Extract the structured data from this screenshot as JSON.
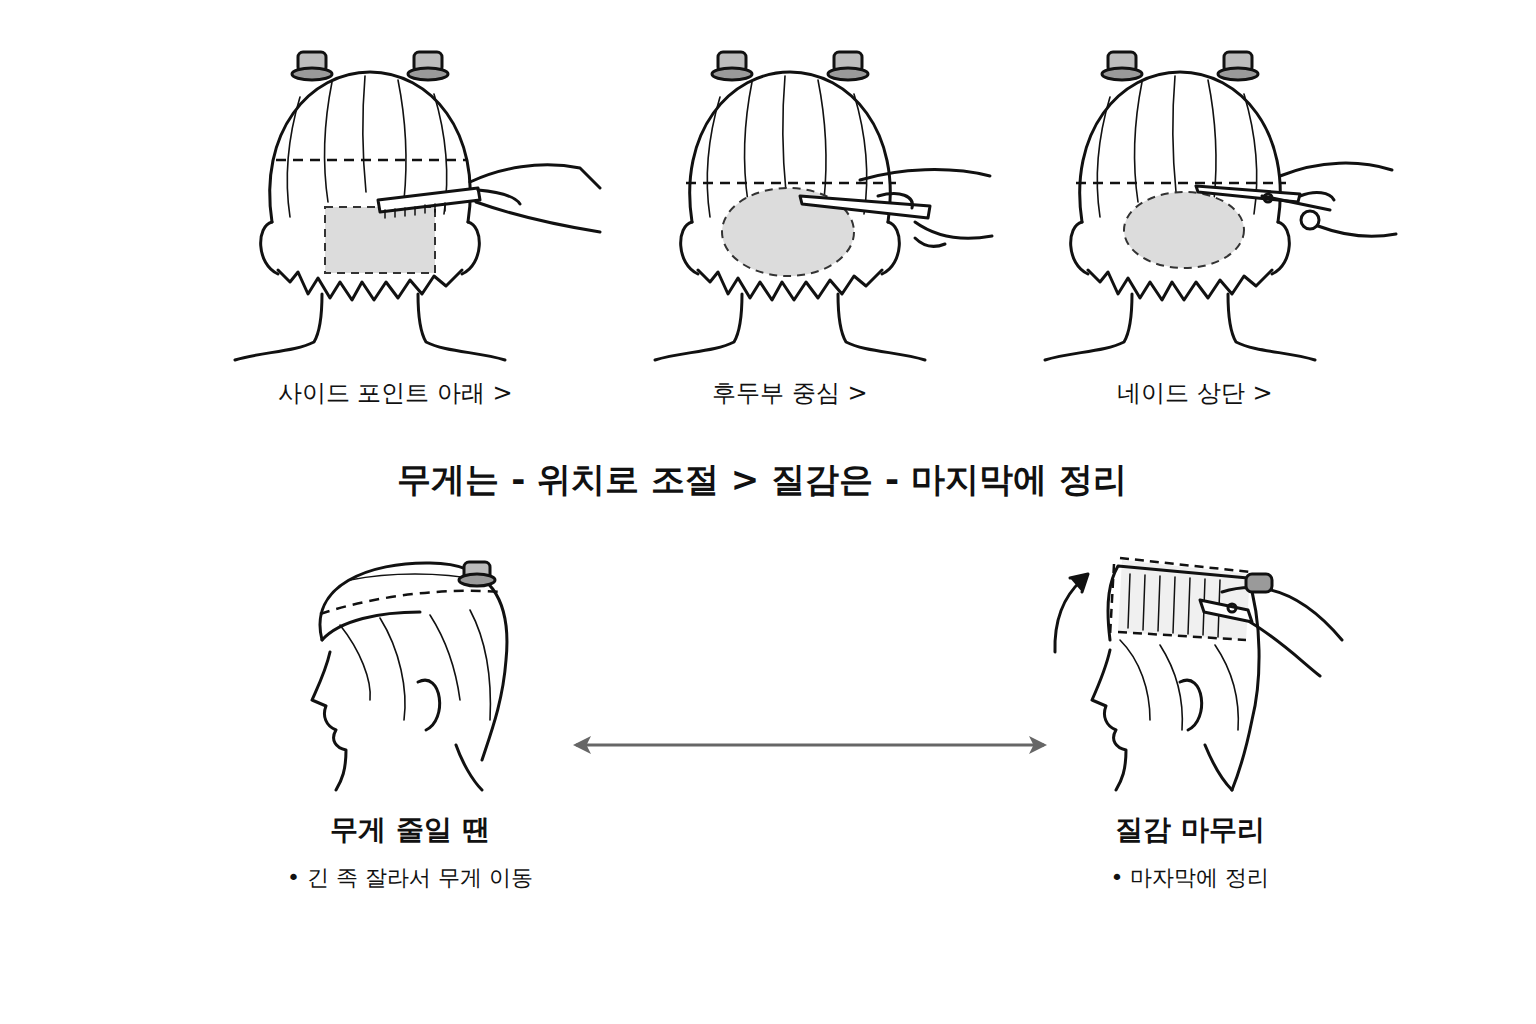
{
  "diagram": {
    "title": "무게는 - 위치로 조절 > 질감은 - 마지막에 정리",
    "nodes": [
      {
        "text": [
          "무게 줄일 땐",
          "• 긴 족 잘라서 무게 이동"
        ]
      },
      {
        "text": [
          "질감 마무리",
          "• 마자막에 정리"
        ]
      }
    ],
    "edges": [
      {
        "from": 0,
        "to": 1,
        "arrow": "both"
      }
    ],
    "labels": [
      "사이드 포인트 아래 >",
      "후두부 중심 >",
      "네이드 상단 >"
    ]
  }
}
